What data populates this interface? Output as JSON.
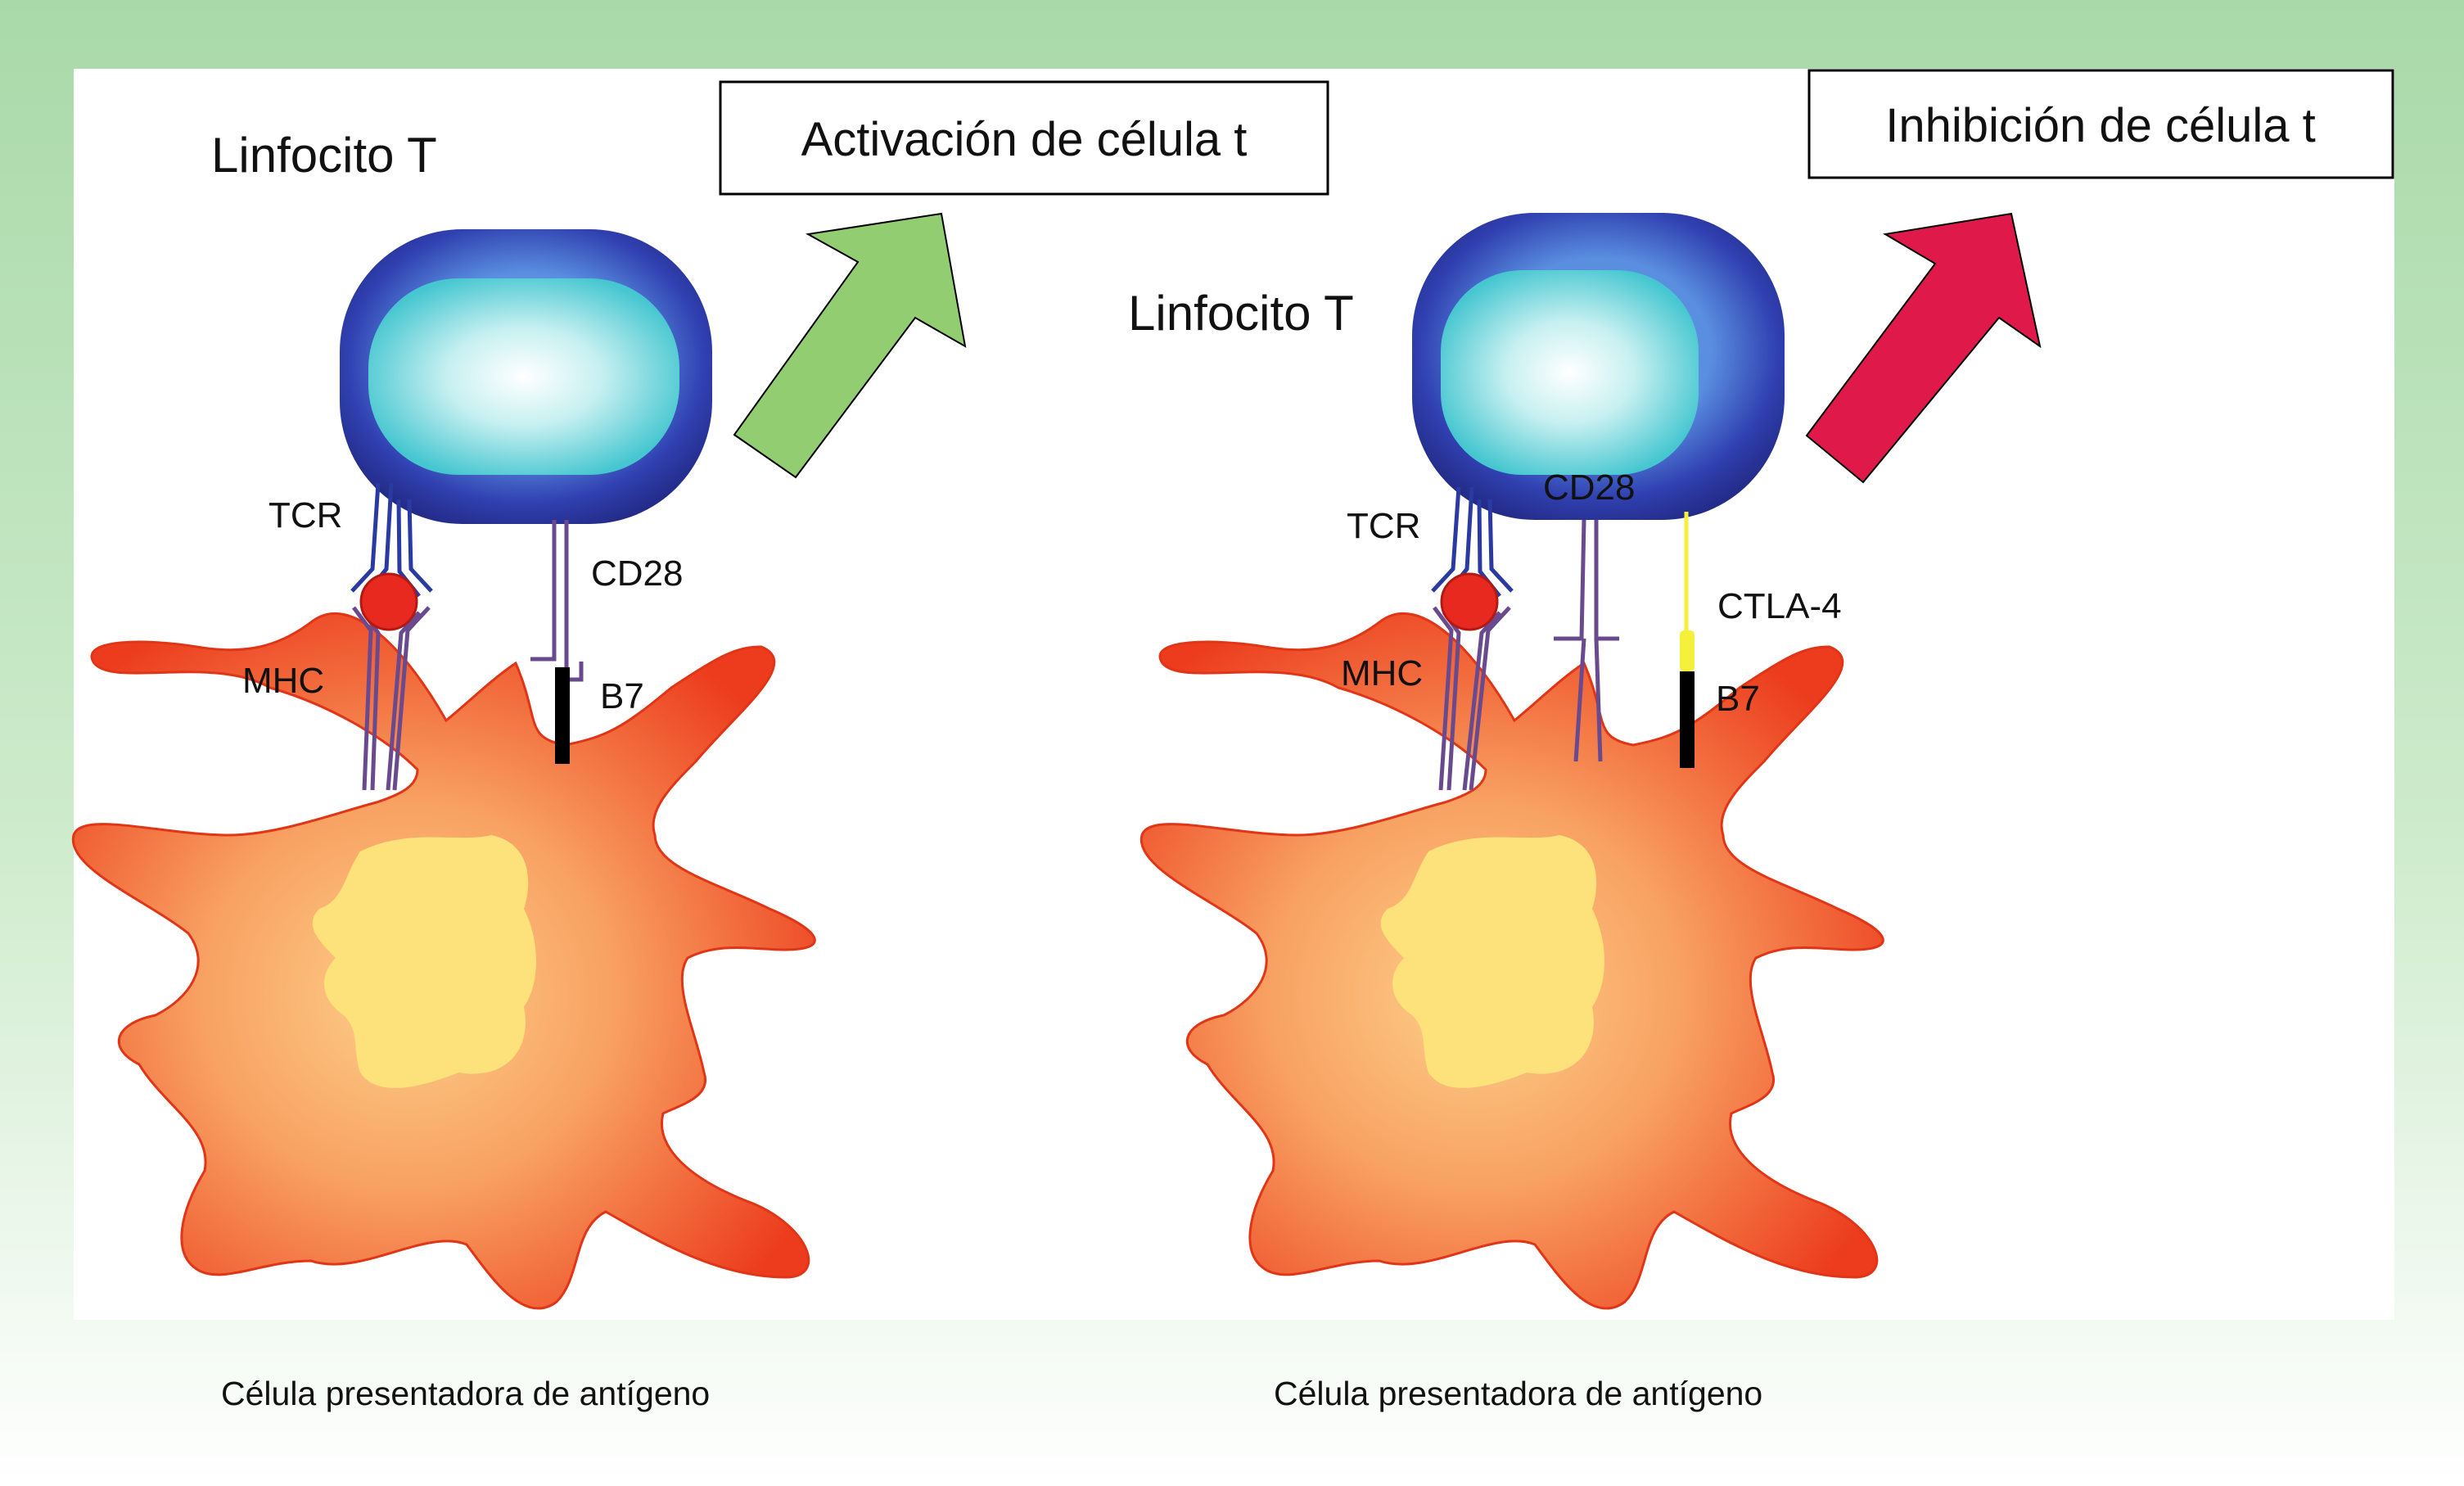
{
  "colors": {
    "frame_green": "#a9d9a9",
    "tcell_outer": "#2a2f96",
    "tcell_inner": "#5fd3d8",
    "apc_outer": "#ee4422",
    "apc_inner": "#f9a060",
    "apc_nucleus": "#fde17a",
    "antigen_red": "#e8291f",
    "receptor_blue": "#2a3aa0",
    "receptor_purple": "#6a4a8e",
    "b7_black": "#000000",
    "ctla4_yellow": "#f5f03a",
    "arrow_activation": "#92cd72",
    "arrow_inhibition": "#df1a4a"
  },
  "panels": [
    {
      "id": "activation",
      "tcell_title": "Linfocito T",
      "outcome_box": "Activación de célula t",
      "arrow": "activation-arrow",
      "labels": {
        "tcr": "TCR",
        "mhc": "MHC",
        "cd28": "CD28",
        "b7": "B7"
      },
      "apc_caption": "Célula presentadora de antígeno"
    },
    {
      "id": "inhibition",
      "tcell_title": "Linfocito T",
      "outcome_box": "Inhibición de célula t",
      "arrow": "inhibition-arrow",
      "labels": {
        "tcr": "TCR",
        "mhc": "MHC",
        "cd28": "CD28",
        "ctla4": "CTLA-4",
        "b7": "B7"
      },
      "apc_caption": "Célula presentadora de antígeno"
    }
  ]
}
